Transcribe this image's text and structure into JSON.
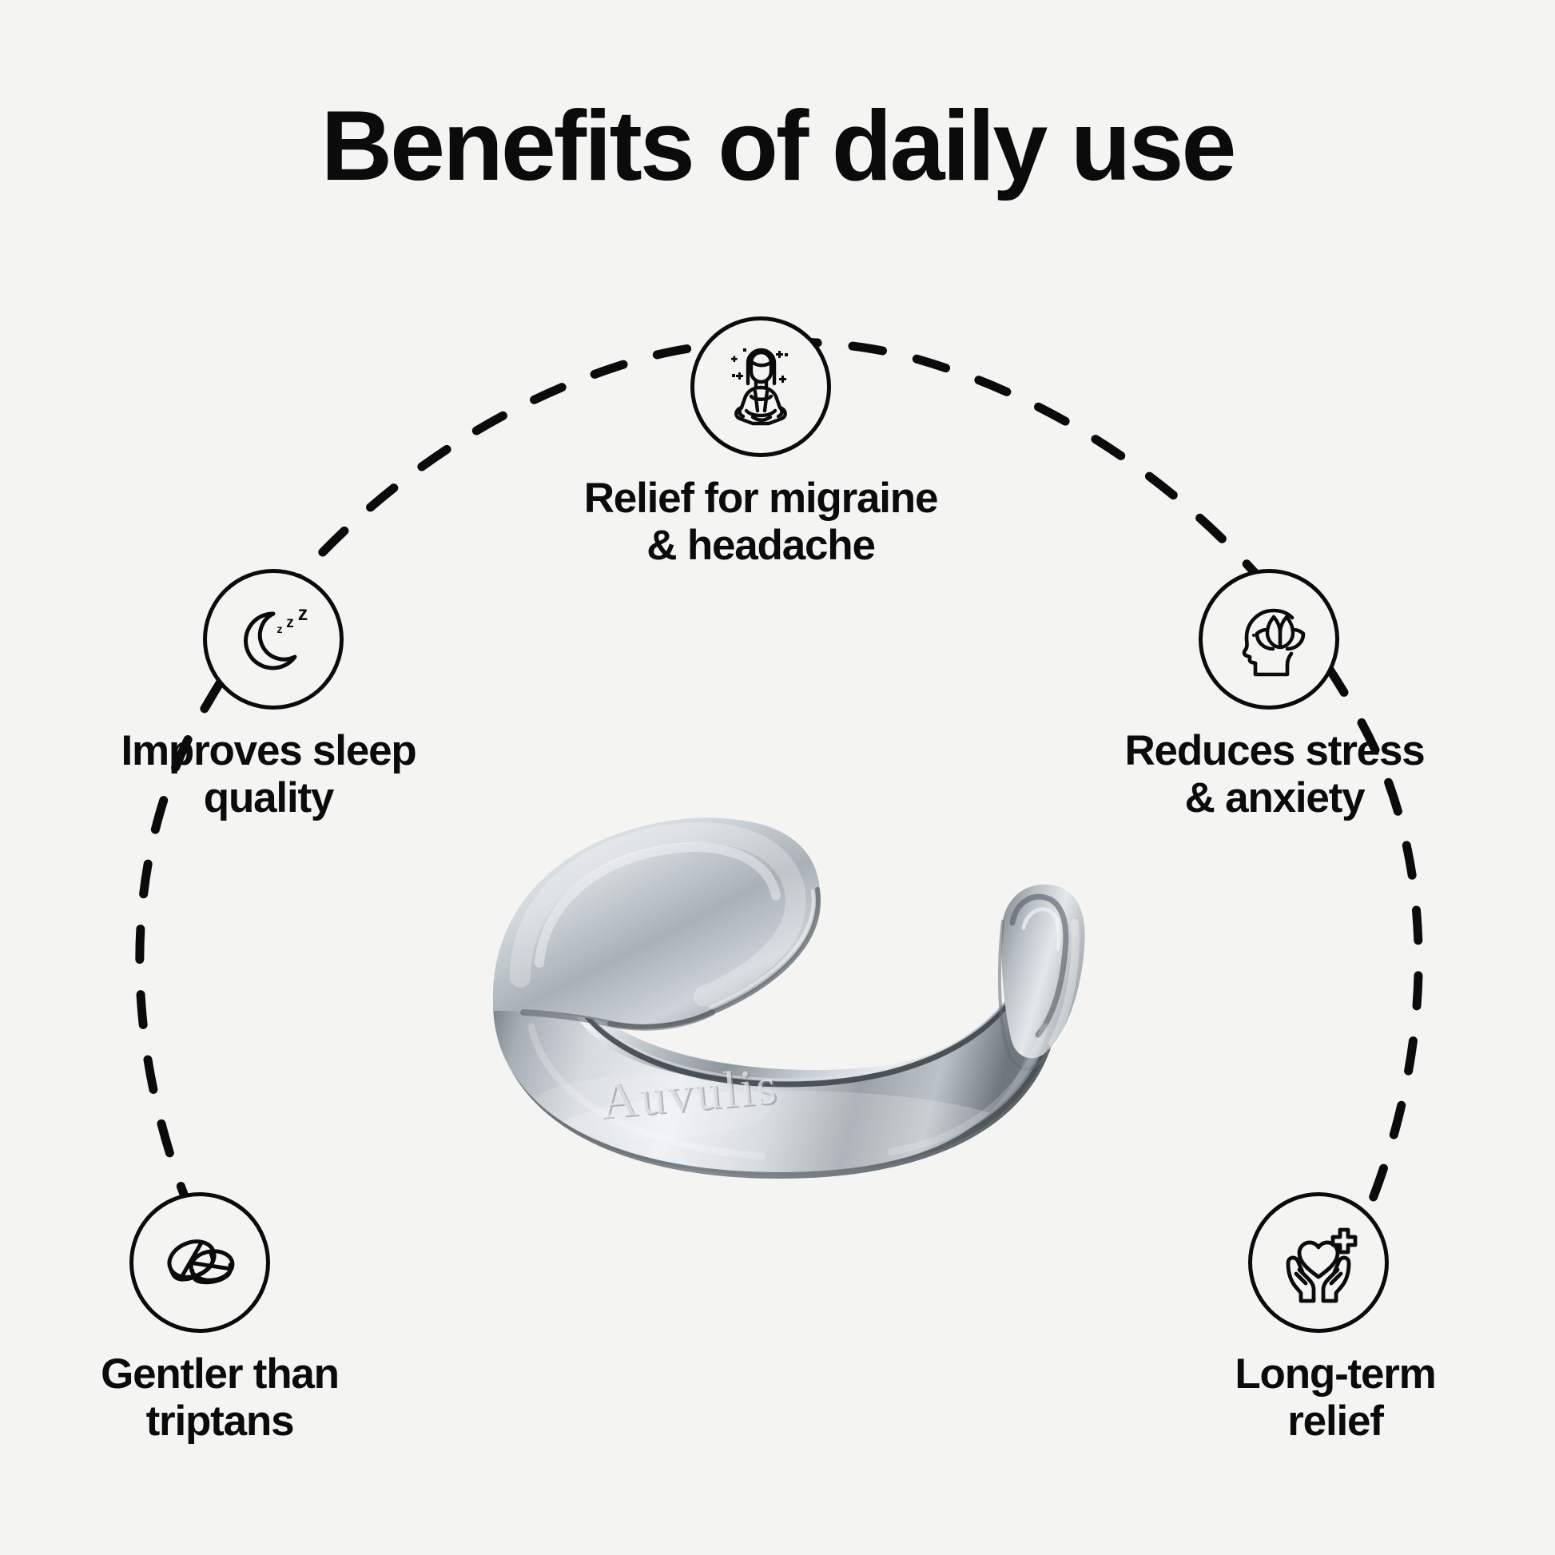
{
  "page": {
    "title": "Benefits of daily use",
    "background_color": "#f4f5f3",
    "ink_color": "#0b0b0b"
  },
  "benefits": [
    {
      "id": "migraine",
      "icon": "meditating-woman-icon",
      "label": "Relief for migraine\n& headache",
      "position": "top-center"
    },
    {
      "id": "sleep",
      "icon": "crescent-moon-zzz-icon",
      "label": "Improves sleep\nquality",
      "position": "left-upper"
    },
    {
      "id": "stress",
      "icon": "head-with-lotus-icon",
      "label": "Reduces stress\n& anxiety",
      "position": "right-upper"
    },
    {
      "id": "triptans",
      "icon": "two-pills-icon",
      "label": "Gentler than\ntriptans",
      "position": "left-lower"
    },
    {
      "id": "longterm",
      "icon": "hands-holding-heart-cross-icon",
      "label": "Long-term\nrelief",
      "position": "right-lower"
    }
  ],
  "product": {
    "name": "open-cuff-ring",
    "engraving": "Auvulis",
    "material_finish": "polished silver"
  },
  "decor": {
    "arc_style": "dashed",
    "arc_dash_length": 38,
    "arc_gap_length": 44,
    "arc_stroke_width": 11
  }
}
